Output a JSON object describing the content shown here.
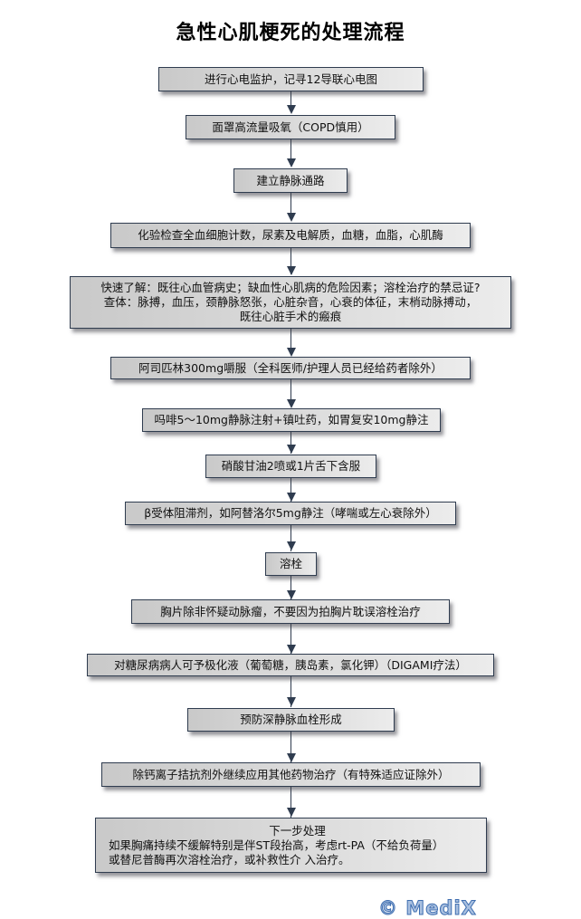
{
  "title": "急性心肌梗死的处理流程",
  "steps": [
    {
      "lines": [
        "进行心电监护，记寻12导联心电图"
      ]
    },
    {
      "lines": [
        "面罩高流量吸氧（COPD慎用）"
      ]
    },
    {
      "lines": [
        "建立静脉通路"
      ]
    },
    {
      "lines": [
        "化验检查全血细胞计数，尿素及电解质，血糖，血脂，心肌酶"
      ]
    },
    {
      "lines": [
        "快速了解：既往心血管病史；缺血性心肌病的危险因素；溶栓治疗的禁忌证?",
        "查体：脉搏，血压，颈静脉怒张，心脏杂音，心衰的体征，末梢动脉搏动，",
        "既往心脏手术的瘢痕"
      ]
    },
    {
      "lines": [
        "阿司匹林300mg嚼服（全科医师/护理人员已经给药者除外）"
      ]
    },
    {
      "lines": [
        "吗啡5～10mg静脉注射+镇吐药，如胃复安10mg静注"
      ]
    },
    {
      "lines": [
        "硝酸甘油2喷或1片舌下含服"
      ]
    },
    {
      "lines": [
        "β受体阻滞剂，如阿替洛尔5mg静注（哮喘或左心衰除外）"
      ]
    },
    {
      "lines": [
        "溶栓"
      ]
    },
    {
      "lines": [
        "胸片除非怀疑动脉瘤，不要因为拍胸片耽误溶栓治疗"
      ]
    },
    {
      "lines": [
        "对糖尿病病人可予极化液（葡萄糖，胰岛素，氯化钾）（DIGAMI疗法）"
      ]
    },
    {
      "lines": [
        "预防深静脉血栓形成"
      ]
    },
    {
      "lines": [
        "除钙离子拮抗剂外继续应用其他药物治疗（有特殊适应证除外）"
      ]
    },
    {
      "heading": "下一步处理",
      "lines": [
        "如果胸痛持续不缓解特别是伴ST段抬高，考虑rt-PA（不给负荷量）",
        "或替尼普酶再次溶栓治疗，或补救性介 入治疗。"
      ]
    }
  ],
  "watermark": "© MediX",
  "colors": {
    "border": "#2f3c4f",
    "connector": "#2f3c4f",
    "box_fill_dark": "#c9c9c9",
    "box_fill_light": "#ececec",
    "watermark_fill": "#a9c0e0",
    "watermark_stroke": "#3f6eb0"
  }
}
